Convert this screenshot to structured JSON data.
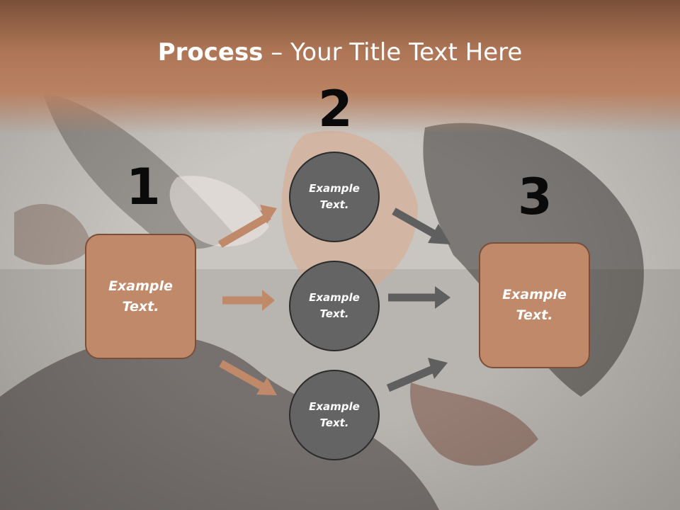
{
  "title": {
    "bold": "Process",
    "rest": " – Your Title Text Here"
  },
  "steps": [
    {
      "number": "1",
      "label": "Example\nText."
    },
    {
      "number": "2",
      "label": "Example\nText."
    },
    {
      "number": "3",
      "label": "Example\nText."
    }
  ],
  "middle_nodes": [
    {
      "label": "Example\nText."
    },
    {
      "label": "Example\nText."
    },
    {
      "label": "Example\nText."
    }
  ],
  "colors": {
    "header_band": "#a86f4f",
    "box_fill": "#c0896a",
    "box_border": "#7a4e38",
    "circle_fill": "#646464",
    "arrow_left": "#c0896a",
    "arrow_right": "#5f5f5f"
  }
}
